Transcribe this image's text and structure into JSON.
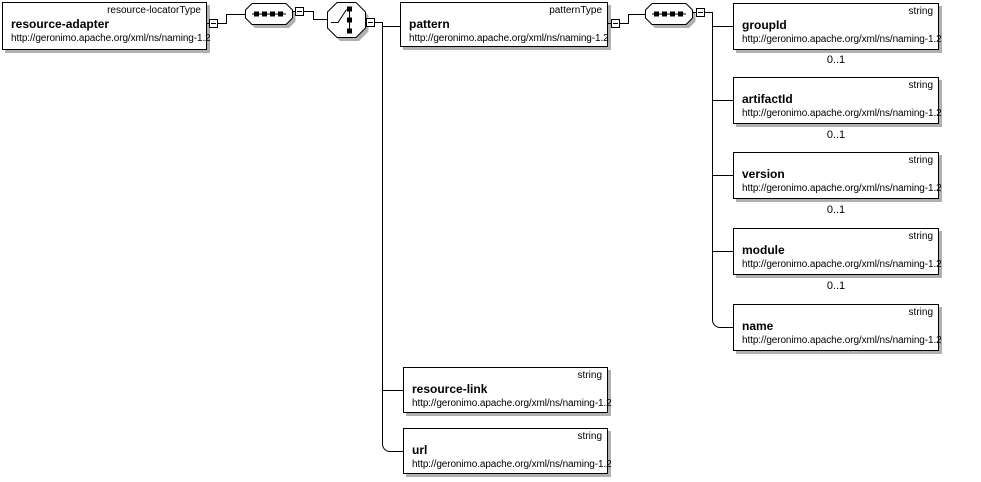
{
  "nodes": {
    "resource_adapter": {
      "type": "resource-locatorType",
      "name": "resource-adapter",
      "namespace": "http://geronimo.apache.org/xml/ns/naming-1.2"
    },
    "pattern": {
      "type": "patternType",
      "name": "pattern",
      "namespace": "http://geronimo.apache.org/xml/ns/naming-1.2"
    },
    "group_id": {
      "type": "string",
      "name": "groupId",
      "namespace": "http://geronimo.apache.org/xml/ns/naming-1.2",
      "cardinality": "0..1"
    },
    "artifact_id": {
      "type": "string",
      "name": "artifactId",
      "namespace": "http://geronimo.apache.org/xml/ns/naming-1.2",
      "cardinality": "0..1"
    },
    "version": {
      "type": "string",
      "name": "version",
      "namespace": "http://geronimo.apache.org/xml/ns/naming-1.2",
      "cardinality": "0..1"
    },
    "module": {
      "type": "string",
      "name": "module",
      "namespace": "http://geronimo.apache.org/xml/ns/naming-1.2",
      "cardinality": "0..1"
    },
    "name": {
      "type": "string",
      "name": "name",
      "namespace": "http://geronimo.apache.org/xml/ns/naming-1.2"
    },
    "resource_link": {
      "type": "string",
      "name": "resource-link",
      "namespace": "http://geronimo.apache.org/xml/ns/naming-1.2"
    },
    "url": {
      "type": "string",
      "name": "url",
      "namespace": "http://geronimo.apache.org/xml/ns/naming-1.2"
    }
  },
  "icons": {
    "sequence": "sequence-connector-icon",
    "choice": "choice-connector-icon",
    "collapse": "minus-icon"
  },
  "colors": {
    "line": "#000000",
    "shadow": "#b0b0b0",
    "box_background": "#ffffff"
  }
}
